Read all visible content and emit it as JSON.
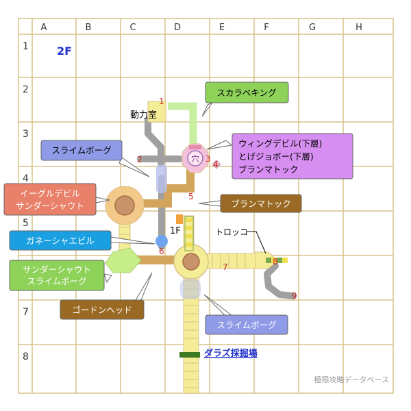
{
  "grid": {
    "columns": [
      "A",
      "B",
      "C",
      "D",
      "E",
      "F",
      "G",
      "H"
    ],
    "rows": [
      "1",
      "2",
      "3",
      "4",
      "5",
      "6",
      "7",
      "8"
    ]
  },
  "floor_label": "2F",
  "rooms": {
    "engine_room": "動力室",
    "hole_glyph": "穴",
    "lower_floor": "1F",
    "cart": "トロッコ",
    "dig_site": "ダラズ採掘場"
  },
  "markers": [
    "1",
    "2",
    "3",
    "4",
    "5",
    "6",
    "7",
    "8",
    "9"
  ],
  "callouts": {
    "skala": "スカラベキング",
    "wing_1": "ウィングデビル(下層)",
    "wing_2": "とげジョボー(下層)",
    "wing_3": "ブランマトック",
    "slime_top": "スライムボーグ",
    "eagle_1": "イーグルデビル",
    "eagle_2": "サンダーシャウト",
    "branma": "ブランマトック",
    "gane": "ガネーシャエビル",
    "thunder_1": "サンダーシャウト",
    "thunder_2": "スライムボーグ",
    "gordon": "ゴードンヘッド",
    "slime_bottom": "スライムボーグ"
  },
  "credit": "極限攻略データベース",
  "colors": {
    "grid_line": "#d8c28a",
    "corridor": "#f4ec96",
    "grey_path": "#a0a0a0",
    "brown_path": "#c89a52",
    "green_callout": "#8ed25a",
    "purple_callout": "#d68ef0",
    "blue_callout": "#8f9be6",
    "salmon_callout": "#e8806a",
    "cyan_callout": "#1aa0e0",
    "brown_callout": "#9a6a24",
    "marker_red": "#c8281e"
  }
}
